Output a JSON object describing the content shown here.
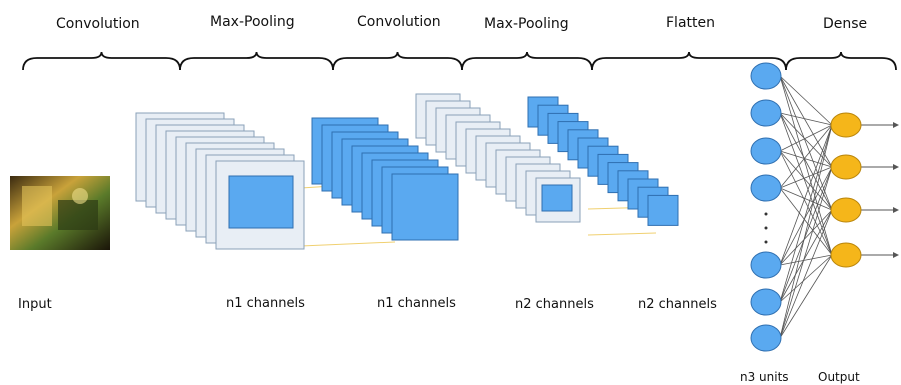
{
  "stages": [
    "Convolution",
    "Max-Pooling",
    "Convolution",
    "Max-Pooling",
    "Flatten",
    "Dense"
  ],
  "labels": {
    "input": "Input",
    "n1_channels_a": "n1 channels",
    "n1_channels_b": "n1 channels",
    "n2_channels_a": "n2 channels",
    "n2_channels_b": "n2 channels",
    "n3_units": "n3 units",
    "output": "Output"
  },
  "colors": {
    "feature_map_blue": "#5aa9f0",
    "feature_map_pale": "#e8eef5",
    "neuron_blue": "#5aa9f0",
    "output_yellow": "#f5b61a",
    "connector": "#f0d070",
    "edges": "#555555"
  }
}
